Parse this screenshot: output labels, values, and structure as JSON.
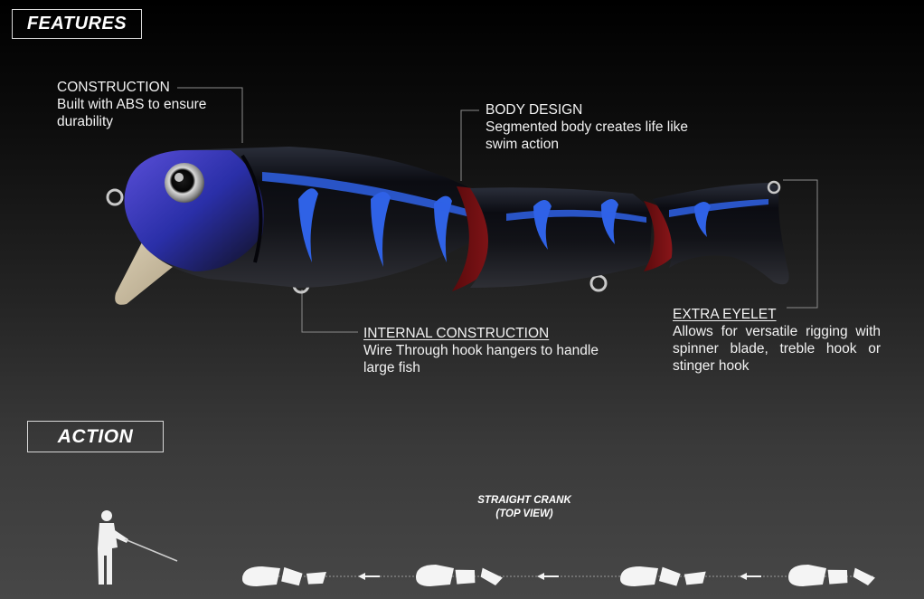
{
  "sections": {
    "features": "FEATURES",
    "action": "ACTION"
  },
  "callouts": {
    "construction": {
      "heading": "CONSTRUCTION",
      "desc": "Built with ABS to ensure durability"
    },
    "body_design": {
      "heading": "BODY DESIGN",
      "desc": "Segmented body creates life like swim action"
    },
    "internal_construction": {
      "heading": "INTERNAL CONSTRUCTION",
      "desc": "Wire Through hook hangers to handle large fish"
    },
    "extra_eyelet": {
      "heading": "EXTRA EYELET",
      "desc": "Allows for versatile rigging with spinner blade, treble hook or stinger hook"
    }
  },
  "action": {
    "caption_line1": "STRAIGHT CRANK",
    "caption_line2": "(TOP VIEW)"
  },
  "colors": {
    "lure_body": "#0a0a0f",
    "lure_stripe": "#2f5fe0",
    "joint_red": "#7a0f12",
    "line": "#9a9a9a"
  }
}
